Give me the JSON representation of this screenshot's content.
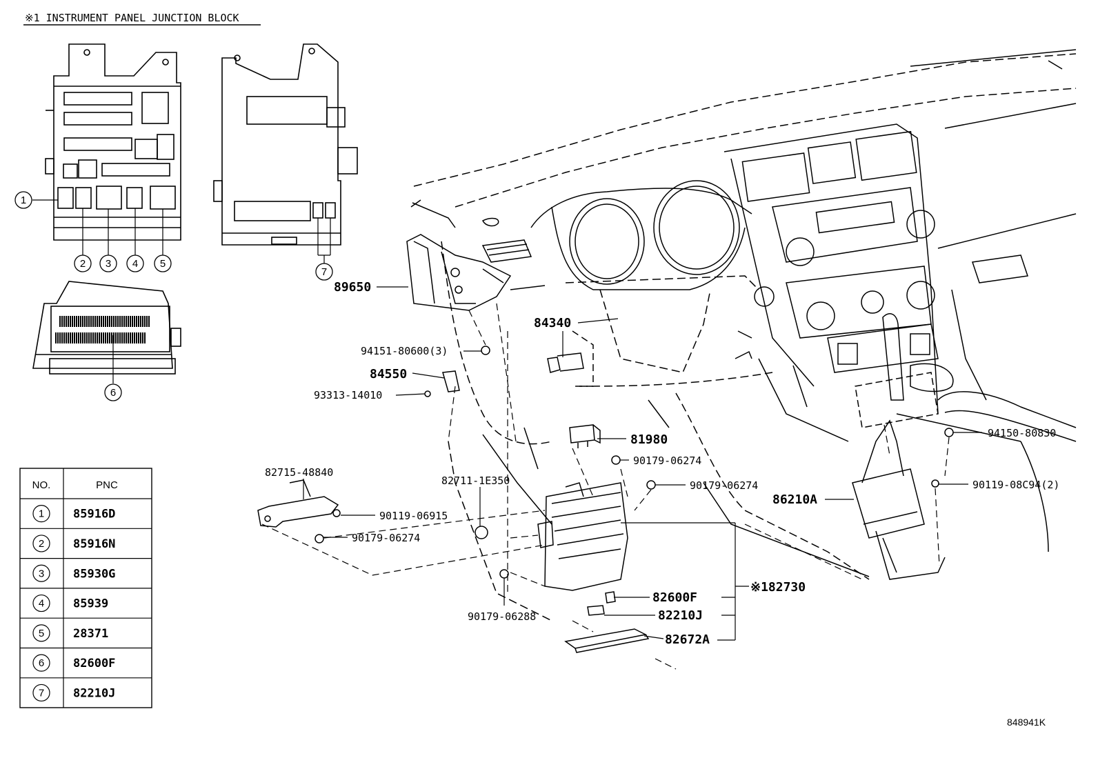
{
  "title": "※1 INSTRUMENT PANEL JUNCTION BLOCK",
  "reference_code": "848941K",
  "callouts": {
    "c1": "1",
    "c2": "2",
    "c3": "3",
    "c4": "4",
    "c5": "5",
    "c6": "6",
    "c7": "7"
  },
  "table": {
    "header_no": "NO.",
    "header_pnc": "PNC",
    "rows": [
      {
        "no": "1",
        "pnc": "85916D"
      },
      {
        "no": "2",
        "pnc": "85916N"
      },
      {
        "no": "3",
        "pnc": "85930G"
      },
      {
        "no": "4",
        "pnc": "85939"
      },
      {
        "no": "5",
        "pnc": "28371"
      },
      {
        "no": "6",
        "pnc": "82600F"
      },
      {
        "no": "7",
        "pnc": "82210J"
      }
    ]
  },
  "labels": {
    "p89650": "89650",
    "p84340": "84340",
    "p9415180600": "94151-80600(3)",
    "p84550": "84550",
    "p9331314010": "93313-14010",
    "p81980": "81980",
    "p9017906274a": "90179-06274",
    "p9017906274b": "90179-06274",
    "p8271548840": "82715-48840",
    "p82711": "82711-1E350",
    "p9011906915": "90119-06915",
    "p9017906274c": "90179-06274",
    "p86210A": "86210A",
    "p9415080830": "94150-80830",
    "p9011908C94": "90119-08C94(2)",
    "p182730": "※182730",
    "p82600F": "82600F",
    "p82210J": "82210J",
    "p82672A": "82672A",
    "p9017906288": "90179-06288"
  }
}
